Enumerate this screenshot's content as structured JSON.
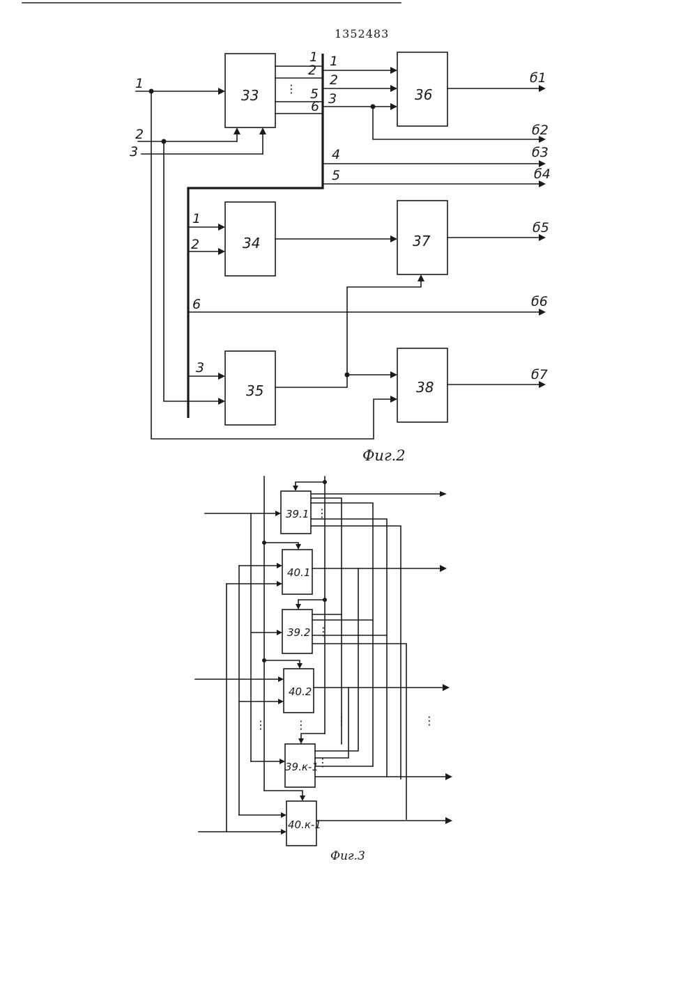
{
  "document": {
    "number": "1352483"
  },
  "fig2": {
    "caption": "Фиг.2",
    "blocks": {
      "b33": "33",
      "b34": "34",
      "b35": "35",
      "b36": "36",
      "b37": "37",
      "b38": "38"
    },
    "inputs": {
      "in1": "1",
      "in2": "2",
      "in3": "3"
    },
    "b33_out_labels": [
      "1",
      "2",
      "5",
      "6"
    ],
    "b33_out_dots": "⋮",
    "bus_labels": {
      "l1": "1",
      "l2": "2",
      "l3": "3",
      "l4": "4",
      "l5": "5"
    },
    "branch_labels": {
      "l1": "1",
      "l2": "2",
      "l6": "6",
      "l3": "3"
    },
    "outputs": [
      "б1",
      "б2",
      "б3",
      "б4",
      "б5",
      "б6",
      "б7"
    ]
  },
  "fig3": {
    "caption": "Фиг.3",
    "blocks": {
      "b391": "39.1",
      "b401": "40.1",
      "b392": "39.2",
      "b402": "40.2",
      "b39k": "39.к-1",
      "b40k": "40.к-1"
    },
    "dots": "⋮"
  }
}
